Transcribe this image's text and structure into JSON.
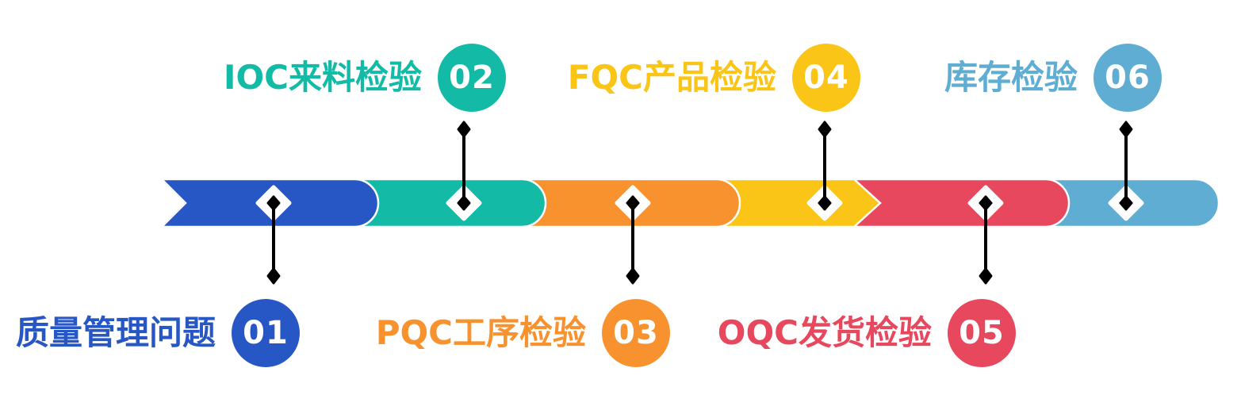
{
  "diagram": {
    "background": "#ffffff",
    "marker_color": "#000000",
    "marker_fill": "#ffffff",
    "badge_text_color": "#ffffff",
    "items": [
      {
        "number": "01",
        "label": "质量管理问题",
        "color": "#2757C5",
        "position": "below"
      },
      {
        "number": "02",
        "label": "IOC来料检验",
        "color": "#13BBA7",
        "position": "above"
      },
      {
        "number": "03",
        "label": "PQC工序检验",
        "color": "#F8922F",
        "position": "below"
      },
      {
        "number": "04",
        "label": "FQC产品检验",
        "color": "#FBC517",
        "position": "above"
      },
      {
        "number": "05",
        "label": "OQC发货检验",
        "color": "#E8485E",
        "position": "below"
      },
      {
        "number": "06",
        "label": "库存检验",
        "color": "#5FADD3",
        "position": "above"
      }
    ]
  }
}
